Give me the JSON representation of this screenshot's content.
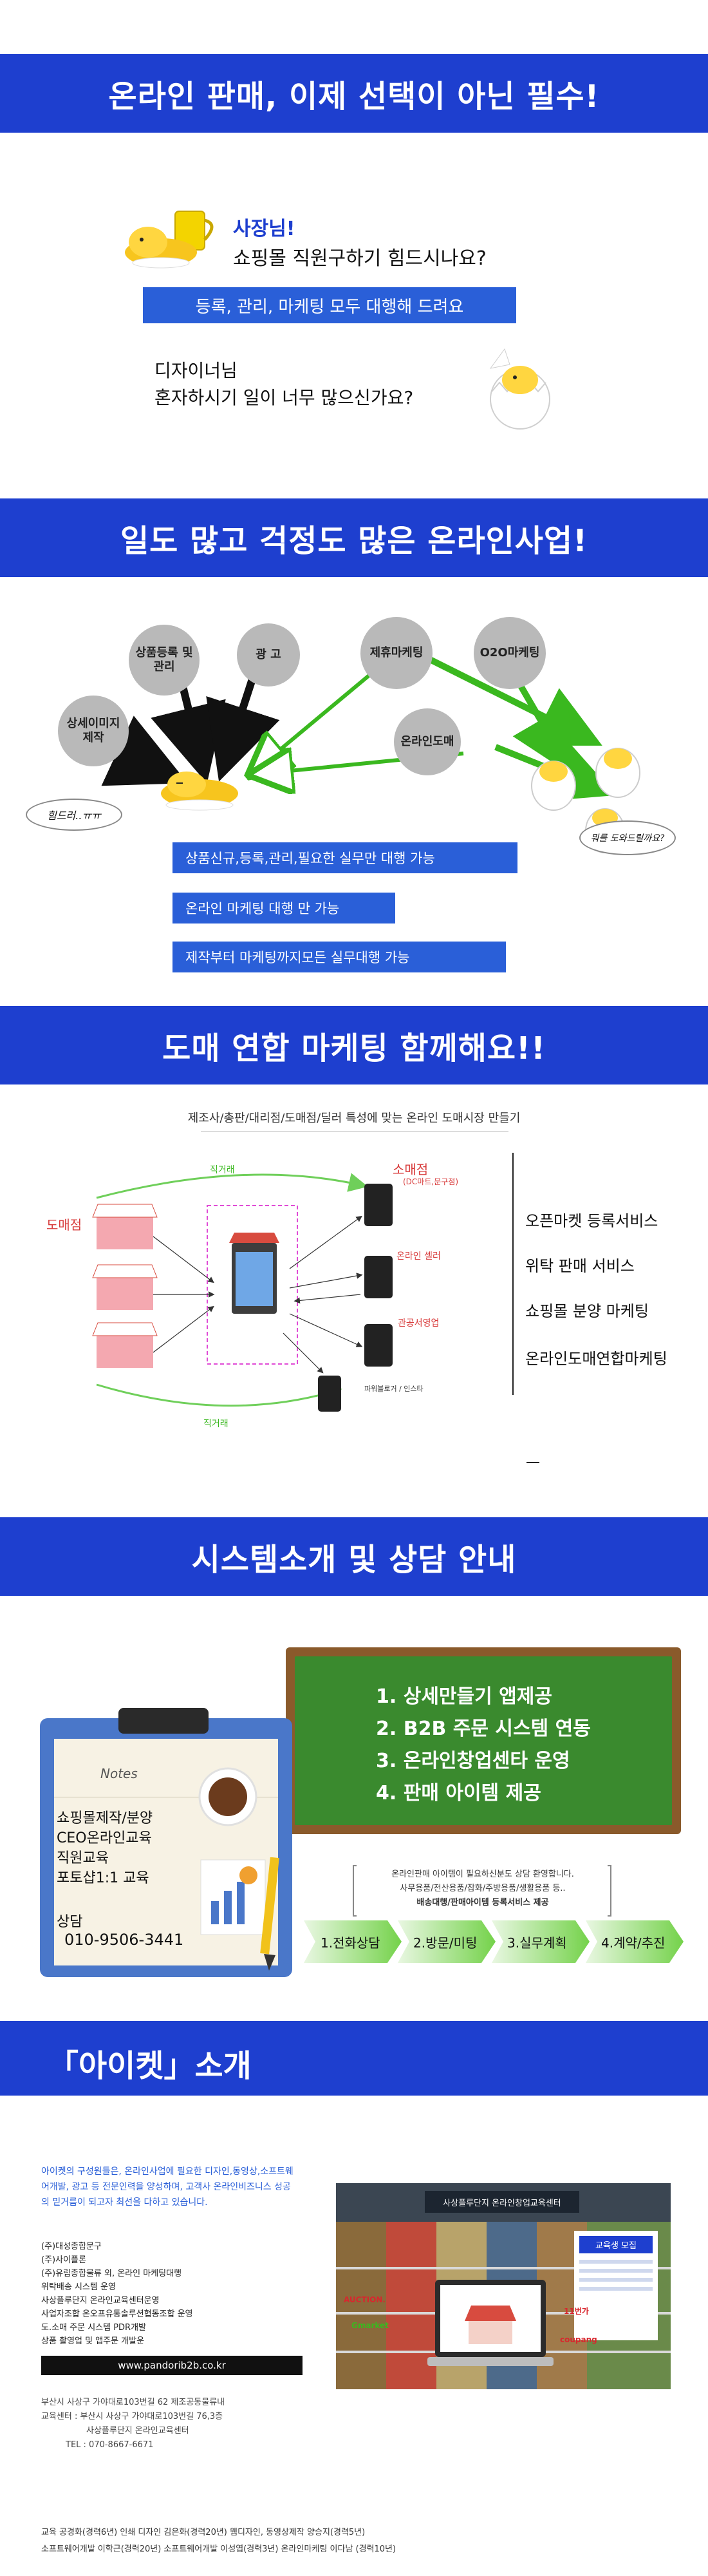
{
  "s1": {
    "banner": "온라인 판매, 이제 선택이 아닌 필수!",
    "greet_title": "사장님!",
    "greet_line": "쇼핑몰 직원구하기 힘드시나요?",
    "pill": "등록, 관리, 마케팅 모두 대행해 드려요",
    "designer_line1": "디자이너님",
    "designer_line2": "혼자하시기  일이 너무 많으신가요?"
  },
  "s2": {
    "banner": "일도 많고 걱정도 많은 온라인사업!",
    "circles": {
      "detail": "상세이미지 제작",
      "product": "상품등록 및 관리",
      "ad": "광  고",
      "affiliate": "제휴마케팅",
      "o2o": "O2O마케팅",
      "wholesale": "온라인도매"
    },
    "bubble_left": "힘드러..ㅠㅠ",
    "bubble_right": "뭐를 도와드릴까요?",
    "pills": [
      "상품신규,등록,관리,필요한 실무만 대행 가능",
      "온라인 마케팅 대행 만 가능",
      "제작부터 마케팅까지모든 실무대행 가능"
    ]
  },
  "s3": {
    "banner": "도매 연합 마케팅 함께해요!!",
    "subtitle": "제조사/총판/대리점/도매점/딜러 특성에 맞는 온라인 도매시장 만들기",
    "label_direct_top": "직거래",
    "label_direct_bottom": "직거래",
    "label_wholesaler": "도매점",
    "label_retail": "소매점",
    "label_retail_sub": "(DC마트,문구점)",
    "label_online_seller": "온라인 셀러",
    "label_public": "관공서영업",
    "label_powerblog": "파워블로거 / 인스타",
    "label_center": "",
    "services": [
      "오픈마켓 등록서비스",
      "위탁 판매 서비스",
      "쇼핑몰 분양 마케팅",
      "온라인도매연합마케팅"
    ]
  },
  "s4": {
    "banner": "시스템소개 및 상담 안내",
    "board_items": [
      "1. 상세만들기 앱제공",
      "2. B2B 주문 시스템 연동",
      "3. 온라인창업센타 운영",
      "4. 판매 아이템 제공"
    ],
    "note_title": "Notes",
    "note_lines": [
      "쇼핑몰제작/분양",
      "CEO온라인교육",
      "직원교육",
      "포토샵1:1 교육"
    ],
    "consult_label": "상담",
    "phone": "010-9506-3441",
    "info_line1": "온라인판매 아이템이 필요하신분도 상담 환영합니다.",
    "info_line2": "사무용품/전산용품/잡화/주방용품/생활용품 등..",
    "info_line3": "배송대행/판매아이템 등록서비스 제공",
    "steps": [
      "1.전화상담",
      "2.방문/미팅",
      "3.실무계획",
      "4.계약/추진"
    ]
  },
  "s5": {
    "banner": "「아이켓」소개",
    "intro": "아이켓의 구성원들은, 온라인사업에 필요한 디자인,동영상,소프트웨어개발, 광고 등 전문인력을 양성하며, 고객사 온라인비즈니스 성공의 밑거름이 되고자 최선을 다하고 있습니다.",
    "orgs": [
      "(주)대성종합문구",
      "(주)사이플론",
      "(주)유림종합물류 외, 온라인 마케팅대행",
      "위탁배송 시스템 운영",
      "사상플루단지 온라인교육센터운영",
      "사업자조합 온오프유통솔루션협동조합 운영",
      "도.소매 주문 시스템 PDR개발",
      "상품 촬영업 및 앱주문 개발운"
    ],
    "url": "www.pandorib2b.co.kr",
    "address1": "부산시 사상구 가야대로103번길 62  제조공동물류내",
    "address2": "교육센터 : 부산시 사상구 가야대로103번길 76,3층",
    "address3": "사상플루단지 온라인교육센터",
    "tel": "TEL : 070-8667-6671",
    "photo_sign": "사상플루단지 온라인창업교육센터",
    "poster_title": "교육생 모집",
    "logos": [
      "AUCTION.",
      "Gmarket",
      "11번가",
      "coupang"
    ],
    "staff1": "교육 공경화(경력6년)   인쇄 디자인 김은화(경력20년)   웹디자인, 동영상제작 양승지(경력5년)",
    "staff2": "소프트웨어개발 이학근(경력20년) 소프트웨어개발 이성엽(경력3년)  온라인마케팅 이다남 (경력10년)"
  }
}
